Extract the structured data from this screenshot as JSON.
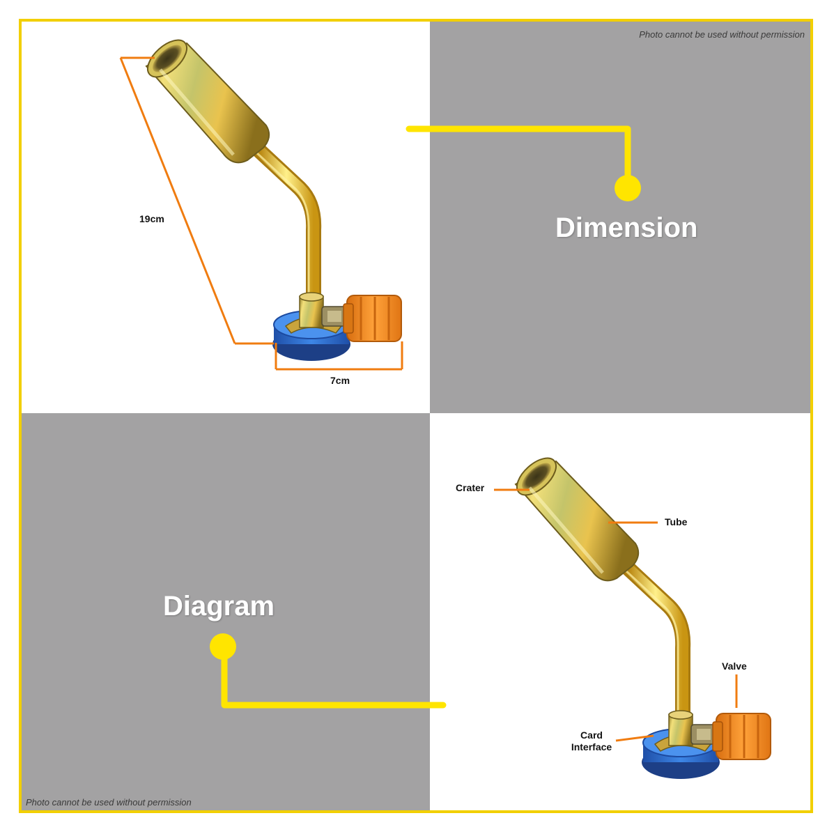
{
  "watermark": {
    "top": "Photo cannot be used without permission",
    "bottom": "Photo cannot be used without permission"
  },
  "headings": {
    "dimension": "Dimension",
    "diagram": "Diagram"
  },
  "dimensions": {
    "height": "19cm",
    "width": "7cm"
  },
  "diagram_labels": {
    "crater": "Crater",
    "tube": "Tube",
    "valve": "Valve",
    "card_interface_line1": "Card",
    "card_interface_line2": "Interface"
  },
  "colors": {
    "frame": "#f2cf00",
    "gray_panel": "#a3a2a3",
    "accent_yellow": "#ffe500",
    "leader_orange": "#f07c10",
    "knob_orange": "#f58a1f",
    "base_blue": "#2f6fd0",
    "brass": "#d8b23a"
  }
}
